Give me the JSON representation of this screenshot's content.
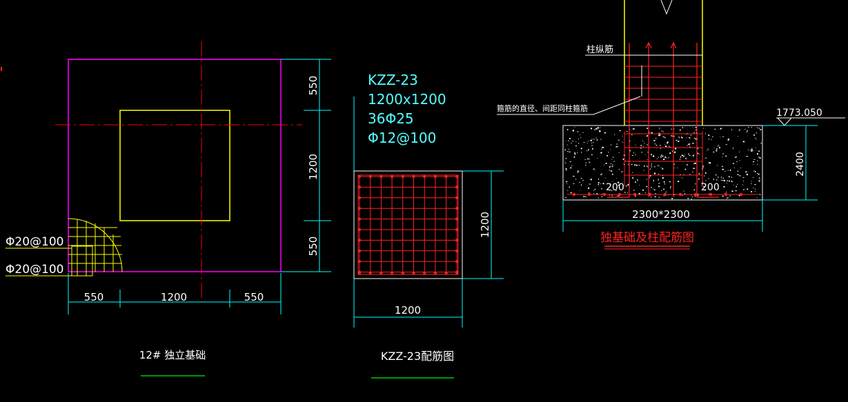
{
  "plan": {
    "dims_h": [
      "550",
      "1200",
      "550"
    ],
    "dims_v": [
      "550",
      "1200",
      "550"
    ],
    "rebar_1": "Φ20@100",
    "rebar_2": "Φ20@100",
    "title": "12# 独立基础"
  },
  "column": {
    "id": "KZZ-23",
    "size": "1200x1200",
    "main_bars": "36Φ25",
    "stirrups": "Φ12@100",
    "dim_h": "1200",
    "dim_v": "1200",
    "title": "KZZ-23配筋图"
  },
  "section": {
    "column_bar_label": "柱纵筋",
    "stirrup_note": "箍筋的直径、间距同柱箍筋",
    "elevation": "1773.050",
    "height": "2400",
    "offset_left": "200",
    "offset_right": "200",
    "footing_size": "2300*2300",
    "title": "独基础及柱配筋图"
  },
  "colors": {
    "background": "#000000",
    "dimension": "#00ffff",
    "footing_outline": "#ff00ff",
    "column_outline": "#ffff00",
    "rebar": "#ff2222",
    "centerline": "#ff0000",
    "underline": "#00cc00",
    "text": "#ffffff"
  }
}
